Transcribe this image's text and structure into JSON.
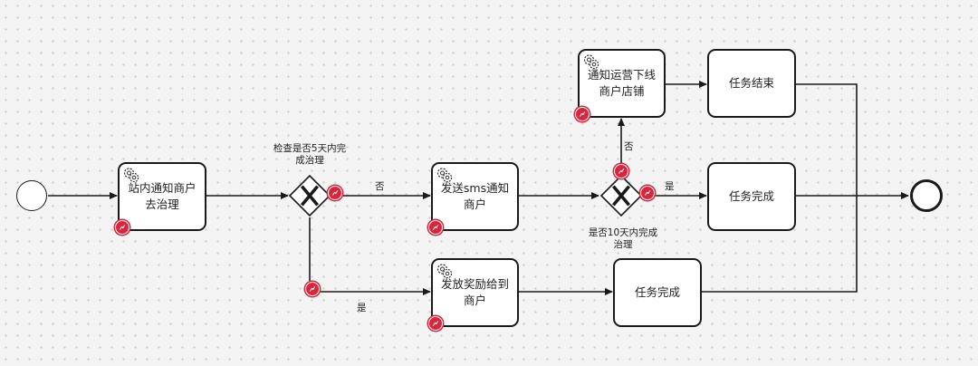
{
  "diagram": {
    "tasks": {
      "notify_merchant": "站内通知商户\n去治理",
      "send_sms": "发送sms通知\n商户",
      "reward": "发放奖励给到\n商户",
      "notify_ops": "通知运营下线\n商户店铺",
      "end_task": "任务结束",
      "done_upper": "任务完成",
      "done_lower": "任务完成"
    },
    "gateways": {
      "check5": "检查是否5天内完\n成治理",
      "check10": "是否10天内完成\n治理"
    },
    "flows": {
      "g1_no": "否",
      "g1_yes": "是",
      "g2_no": "否",
      "g2_yes": "是"
    }
  }
}
